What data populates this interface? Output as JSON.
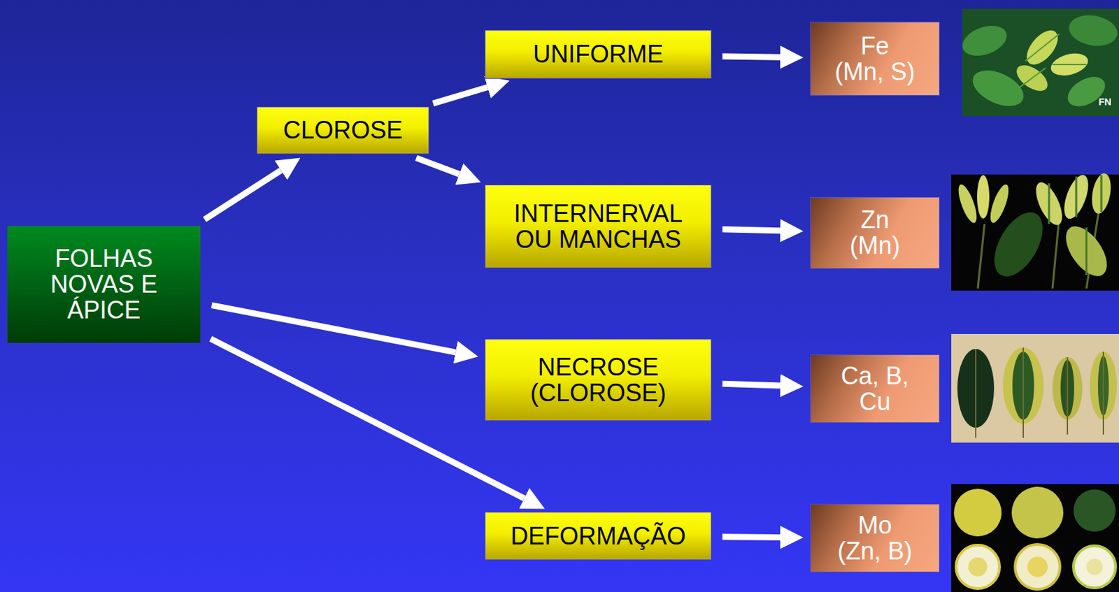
{
  "diagram": {
    "nodes": [
      {
        "text": [
          "FOLHAS NOVAS E ÁPICE"
        ]
      },
      {
        "text": [
          "CLOROSE"
        ]
      },
      {
        "text": [
          "UNIFORME"
        ]
      },
      {
        "text": [
          "Fe (Mn, S)"
        ]
      },
      {
        "text": [
          "INTERNERVAL OU MANCHAS"
        ]
      },
      {
        "text": [
          "Zn (Mn)"
        ]
      },
      {
        "text": [
          "NECROSE (CLOROSE)"
        ]
      },
      {
        "text": [
          "Ca, B, Cu"
        ]
      },
      {
        "text": [
          "DEFORMAÇÃO"
        ]
      },
      {
        "text": [
          "Mo (Zn, B)"
        ]
      }
    ],
    "edges": [
      {
        "from": 0,
        "to": 1,
        "arrow": "to"
      },
      {
        "from": 1,
        "to": 2,
        "arrow": "to"
      },
      {
        "from": 1,
        "to": 4,
        "arrow": "to"
      },
      {
        "from": 0,
        "to": 6,
        "arrow": "to"
      },
      {
        "from": 0,
        "to": 8,
        "arrow": "to"
      },
      {
        "from": 2,
        "to": 3,
        "arrow": "to"
      },
      {
        "from": 4,
        "to": 5,
        "arrow": "to"
      },
      {
        "from": 6,
        "to": 7,
        "arrow": "to"
      },
      {
        "from": 8,
        "to": 9,
        "arrow": "to"
      }
    ],
    "labels": [
      "FN"
    ]
  }
}
